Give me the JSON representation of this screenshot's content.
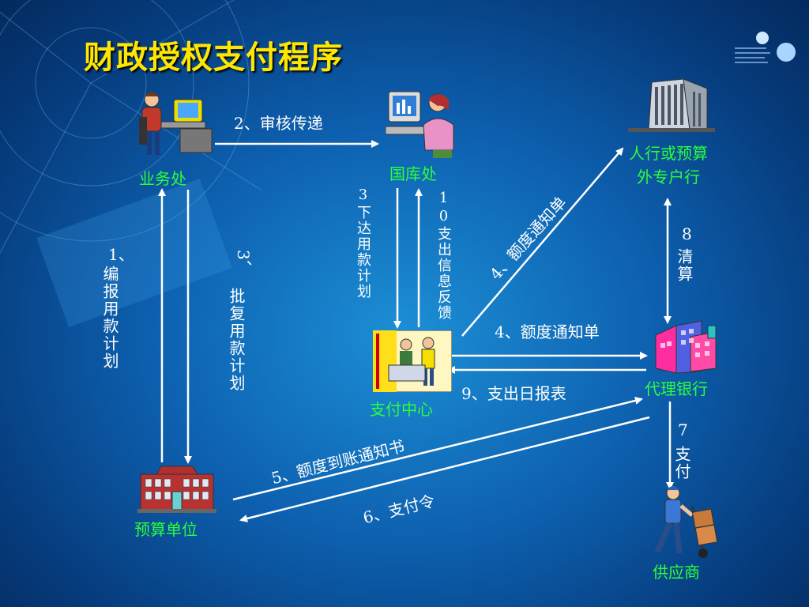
{
  "title": "财政授权支付程序",
  "nodes": {
    "business": "业务处",
    "treasury": "国库处",
    "bank_line1": "人行或预算",
    "bank_line2": "外专户行",
    "payment_center": "支付中心",
    "agent_bank": "代理银行",
    "budget_unit": "预算单位",
    "supplier": "供应商"
  },
  "steps": {
    "s2": "2、审核传递",
    "s3_down": "3下达用款计划",
    "s10": "10支出信息反馈",
    "s4_diag": "4、额度通知单",
    "s4_horiz": "4、额度通知单",
    "s8_num": "8",
    "s8_text": "清算",
    "s9": "9、支出日报表",
    "s1_num": "1、",
    "s1_text": "编报用款计划",
    "s3_num": "3、",
    "s3_text": "批复用款计划",
    "s5": "5、额度到账通知书",
    "s6": "6、支付令",
    "s7_num": "7",
    "s7_text": "支付"
  },
  "colors": {
    "title": "#ffe600",
    "node_label": "#2bff3b",
    "step_label": "#ffffff",
    "arrow": "#ffffff"
  },
  "icons": [
    "office-worker-icon",
    "treasury-clerk-icon",
    "bank-building-icon",
    "payment-counter-icon",
    "agent-bank-icon",
    "budget-unit-building-icon",
    "delivery-person-icon"
  ]
}
